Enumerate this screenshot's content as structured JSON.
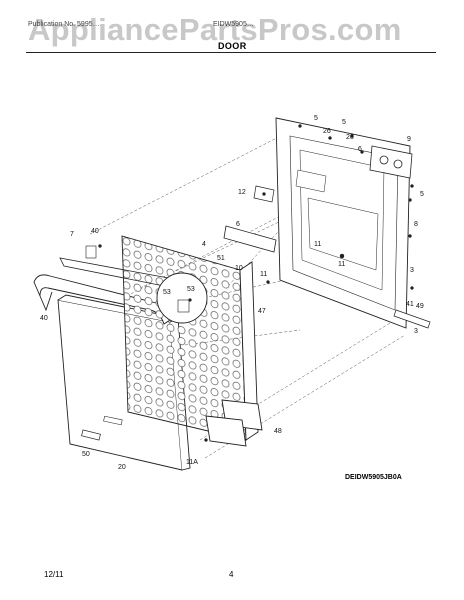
{
  "watermark": "AppliancePartsPros.com",
  "header": {
    "left_text": "Publication No. 5995…",
    "right_text": "EIDW5905…"
  },
  "title": "DOOR",
  "diagram_code": "DEIDW5905JB0A",
  "footer": {
    "date": "12/11",
    "page": "4"
  },
  "callouts": [
    "5",
    "26",
    "5",
    "9",
    "26",
    "6",
    "5",
    "12",
    "6",
    "8",
    "4",
    "11",
    "51",
    "11",
    "10",
    "11",
    "3",
    "7",
    "40",
    "53",
    "53",
    "40",
    "47",
    "41",
    "49",
    "3",
    "48",
    "11A",
    "50",
    "20"
  ]
}
